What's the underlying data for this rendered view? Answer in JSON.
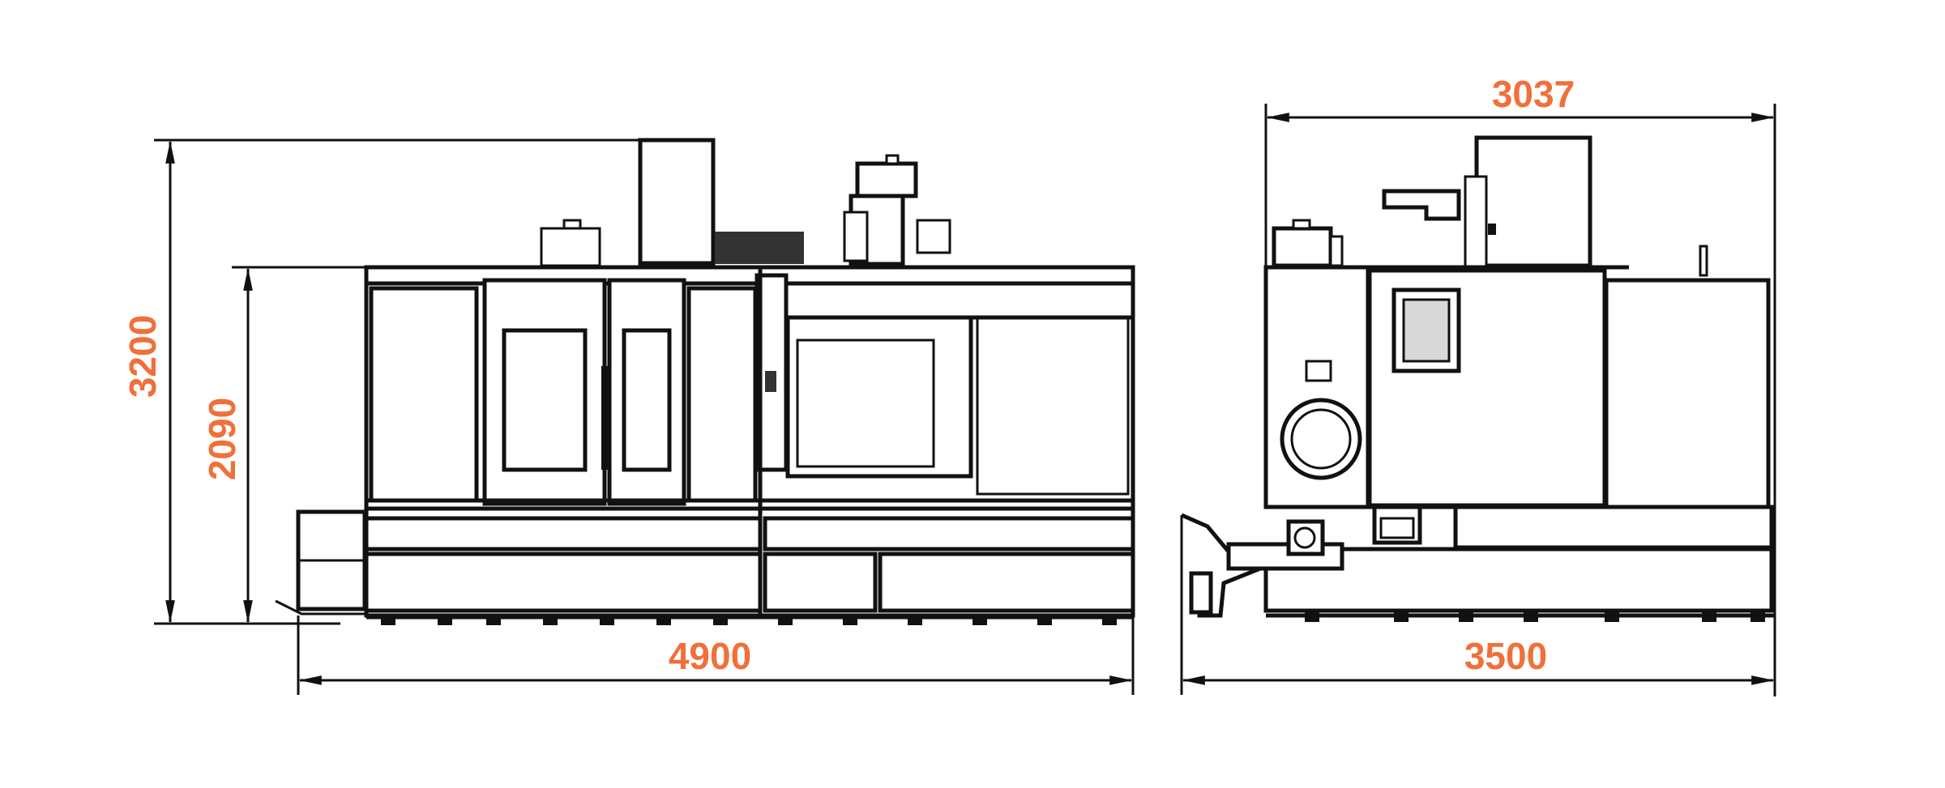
{
  "dimensions": {
    "front_total_height": "3200",
    "front_body_height": "2090",
    "front_length": "4900",
    "side_top_width": "3037",
    "side_bottom_width": "3500"
  },
  "colors": {
    "dimension_text": "#f0703a",
    "line": "#111111",
    "background": "#ffffff"
  }
}
